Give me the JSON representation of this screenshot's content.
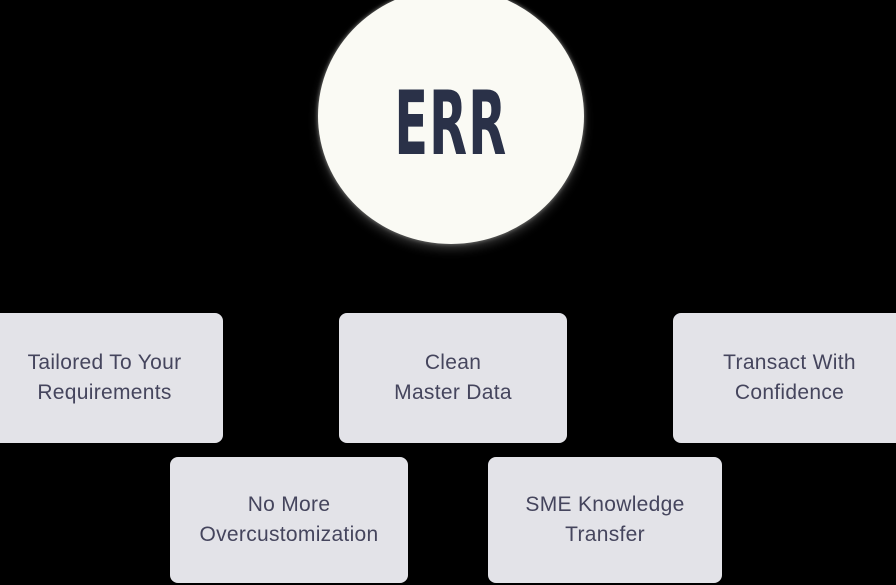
{
  "diagram": {
    "root": {
      "label": "ERR"
    },
    "cards": [
      {
        "name": "tailored-to-your-requirements",
        "lines": [
          "Tailored To Your",
          "Requirements"
        ]
      },
      {
        "name": "clean-master-data",
        "lines": [
          "Clean",
          "Master Data"
        ]
      },
      {
        "name": "transact-with-confidence",
        "lines": [
          "Transact With",
          "Confidence"
        ]
      },
      {
        "name": "no-more-overcustomization",
        "lines": [
          "No More",
          "Overcustomization"
        ]
      },
      {
        "name": "sme-knowledge-transfer",
        "lines": [
          "SME Knowledge",
          "Transfer"
        ]
      }
    ]
  },
  "colors": {
    "background": "#000000",
    "circle_fill": "#FAFAF4",
    "circle_text": "#2A3148",
    "card_fill": "#E3E3E8",
    "card_text": "#45455D"
  }
}
